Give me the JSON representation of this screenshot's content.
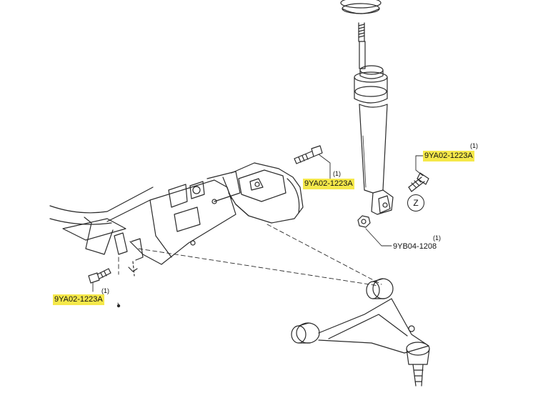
{
  "callouts": [
    {
      "code": "9YA02-1223A",
      "qty": "(1)",
      "highlight": true
    },
    {
      "code": "9YA02-1223A",
      "qty": "(1)",
      "highlight": true
    },
    {
      "code": "9YA02-1223A",
      "qty": "(1)",
      "highlight": true
    },
    {
      "code": "9YB04-1208",
      "qty": "(1)",
      "highlight": false
    }
  ],
  "view_marker": "Z",
  "colors": {
    "highlight": "#f5e84a",
    "line": "#2a2a2a",
    "background": "#ffffff"
  }
}
